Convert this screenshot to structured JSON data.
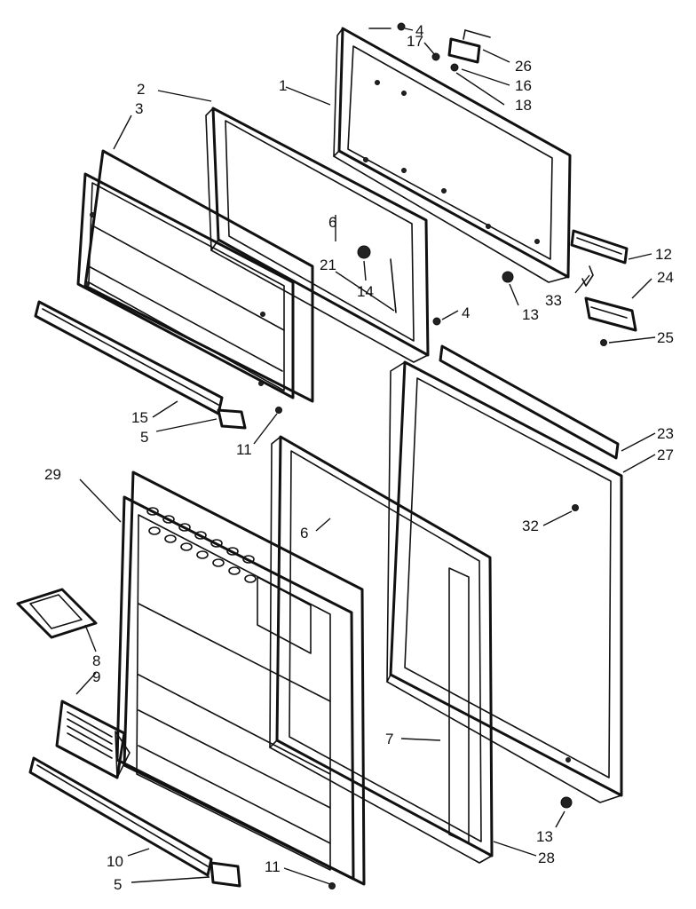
{
  "callouts": [
    {
      "id": "c1",
      "text": "1"
    },
    {
      "id": "c2",
      "text": "2"
    },
    {
      "id": "c3",
      "text": "3"
    },
    {
      "id": "c4a",
      "text": "4"
    },
    {
      "id": "c4b",
      "text": "4"
    },
    {
      "id": "c5a",
      "text": "5"
    },
    {
      "id": "c5b",
      "text": "5"
    },
    {
      "id": "c6a",
      "text": "6"
    },
    {
      "id": "c6b",
      "text": "6"
    },
    {
      "id": "c7",
      "text": "7"
    },
    {
      "id": "c8",
      "text": "8"
    },
    {
      "id": "c9",
      "text": "9"
    },
    {
      "id": "c10",
      "text": "10"
    },
    {
      "id": "c11a",
      "text": "11"
    },
    {
      "id": "c11b",
      "text": "11"
    },
    {
      "id": "c12",
      "text": "12"
    },
    {
      "id": "c13a",
      "text": "13"
    },
    {
      "id": "c13b",
      "text": "13"
    },
    {
      "id": "c14",
      "text": "14"
    },
    {
      "id": "c15",
      "text": "15"
    },
    {
      "id": "c16",
      "text": "16"
    },
    {
      "id": "c17",
      "text": "17"
    },
    {
      "id": "c18",
      "text": "18"
    },
    {
      "id": "c21",
      "text": "21"
    },
    {
      "id": "c23",
      "text": "23"
    },
    {
      "id": "c24",
      "text": "24"
    },
    {
      "id": "c25",
      "text": "25"
    },
    {
      "id": "c26",
      "text": "26"
    },
    {
      "id": "c27",
      "text": "27"
    },
    {
      "id": "c28",
      "text": "28"
    },
    {
      "id": "c29",
      "text": "29"
    },
    {
      "id": "c32",
      "text": "32"
    },
    {
      "id": "c33",
      "text": "33"
    }
  ]
}
